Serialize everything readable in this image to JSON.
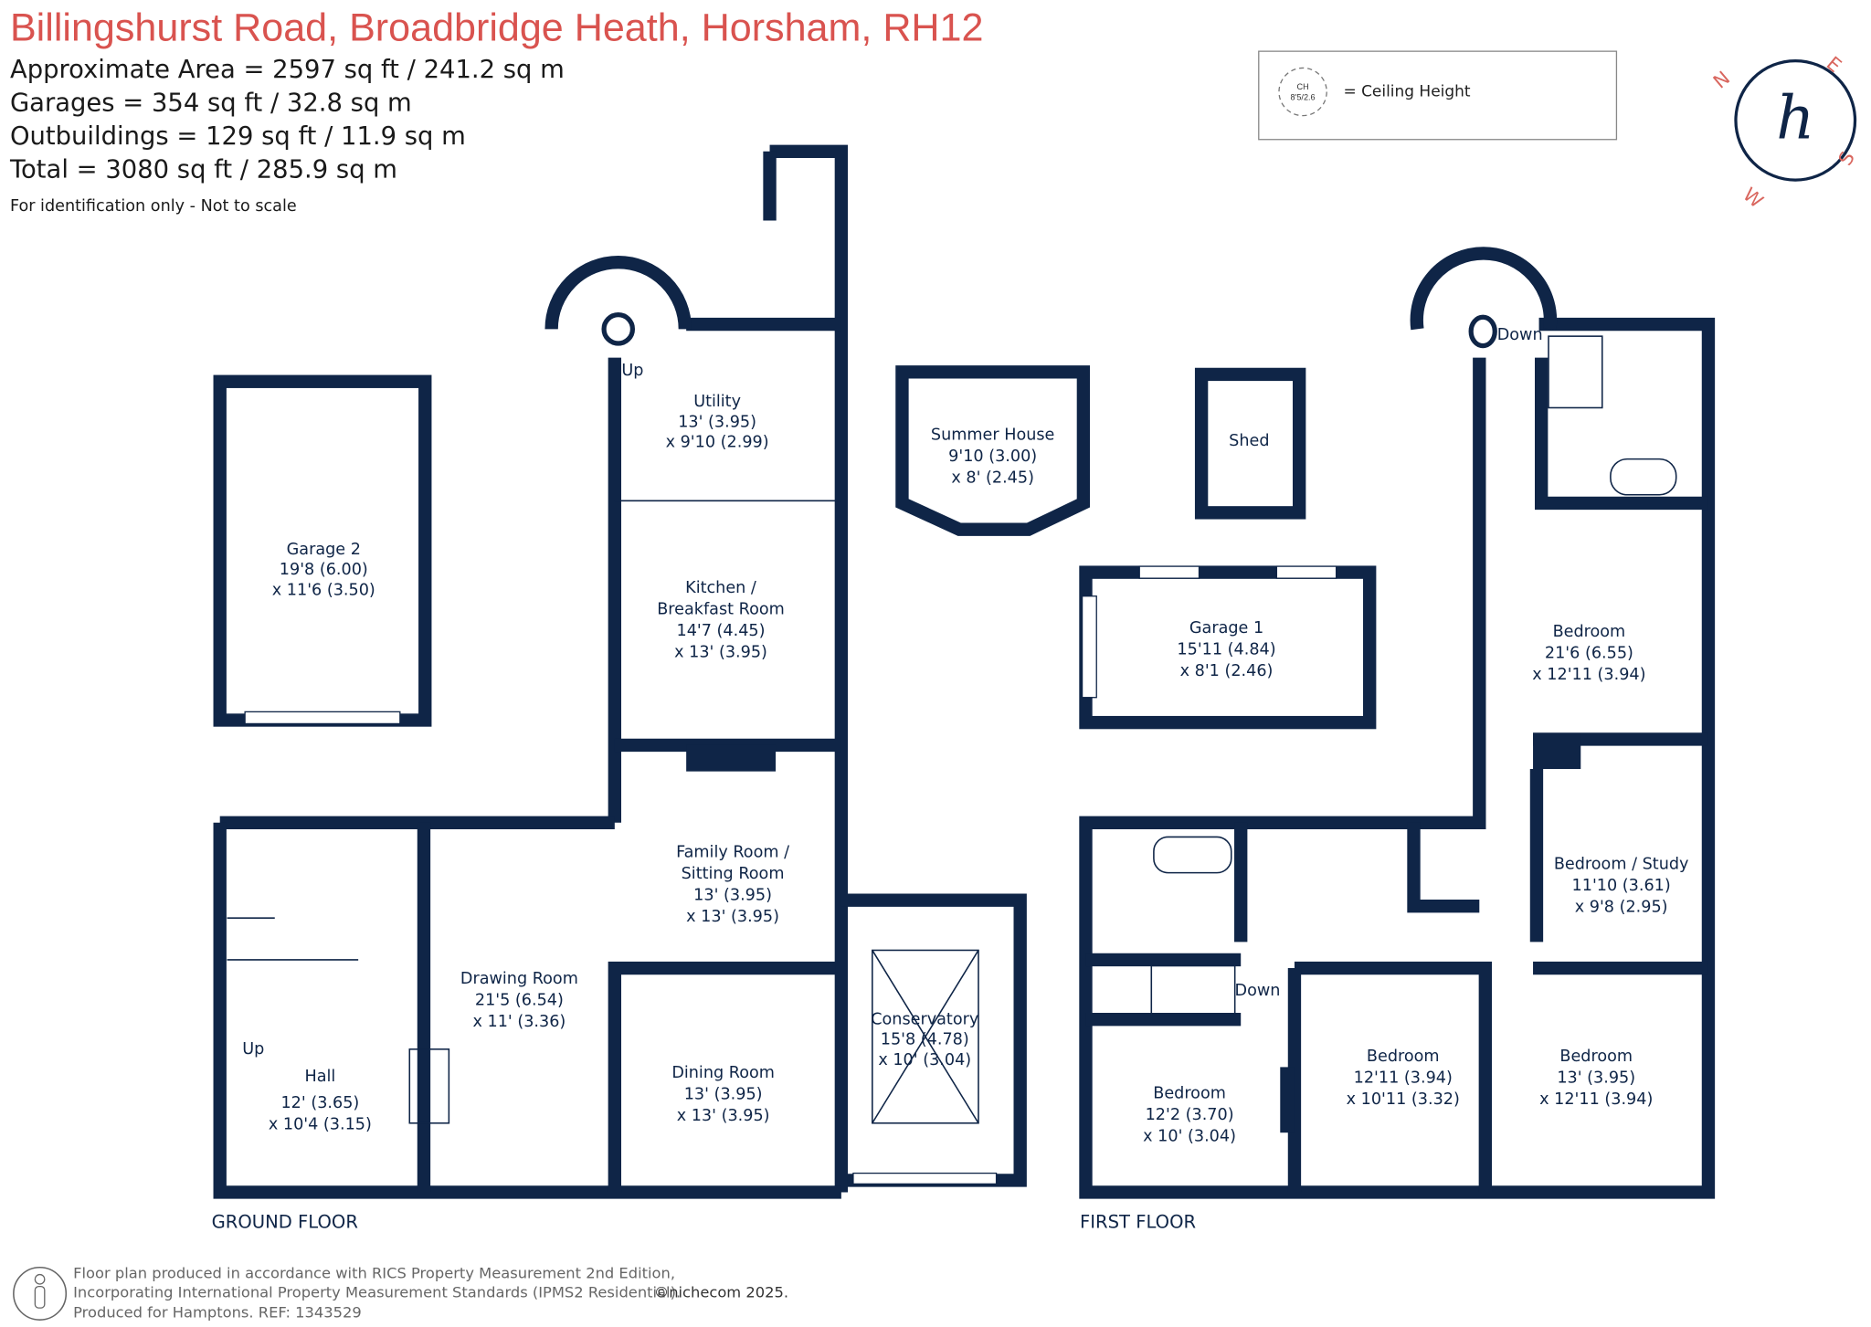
{
  "header": {
    "title": "Billingshurst Road, Broadbridge Heath, Horsham, RH12",
    "areas": [
      "Approximate Area = 2597 sq ft / 241.2 sq m",
      "Garages = 354 sq ft / 32.8 sq m",
      "Outbuildings = 129 sq ft / 11.9 sq m",
      "Total = 3080 sq ft / 285.9 sq m"
    ],
    "note": "For identification only - Not to scale"
  },
  "legend": {
    "ch_symbol": "CH",
    "ch_value": "8'5/2.6",
    "label": "= Ceiling Height"
  },
  "compass": {
    "n": "N",
    "e": "E",
    "s": "S",
    "w": "W",
    "logo": "h"
  },
  "colors": {
    "title": "#d9534f",
    "walls": "#0f2547"
  },
  "ground_floor": {
    "label": "GROUND FLOOR",
    "rooms": {
      "garage2": [
        "Garage 2",
        "19'8 (6.00)",
        "x 11'6 (3.50)"
      ],
      "utility": [
        "Utility",
        "13' (3.95)",
        "x 9'10 (2.99)"
      ],
      "kitchen": [
        "Kitchen /",
        "Breakfast Room",
        "14'7 (4.45)",
        "x 13' (3.95)"
      ],
      "family": [
        "Family Room /",
        "Sitting Room",
        "13' (3.95)",
        "x 13' (3.95)"
      ],
      "drawing": [
        "Drawing Room",
        "21'5 (6.54)",
        "x 11' (3.36)"
      ],
      "dining": [
        "Dining Room",
        "13' (3.95)",
        "x 13' (3.95)"
      ],
      "hall": [
        "Hall",
        "12' (3.65)",
        "x 10'4 (3.15)"
      ],
      "conservatory": [
        "Conservatory",
        "15'8 (4.78)",
        "x 10' (3.04)"
      ],
      "summer": [
        "Summer House",
        "9'10 (3.00)",
        "x 8' (2.45)"
      ],
      "shed": [
        "Shed"
      ],
      "garage1": [
        "Garage 1",
        "15'11 (4.84)",
        "x 8'1 (2.46)"
      ]
    },
    "stairs_up": "Up",
    "stairs_up_hall": "Up"
  },
  "first_floor": {
    "label": "FIRST FLOOR",
    "rooms": {
      "bed_large": [
        "Bedroom",
        "21'6 (6.55)",
        "x 12'11 (3.94)"
      ],
      "study": [
        "Bedroom / Study",
        "11'10 (3.61)",
        "x 9'8 (2.95)"
      ],
      "bed_a": [
        "Bedroom",
        "12'2 (3.70)",
        "x 10' (3.04)"
      ],
      "bed_b": [
        "Bedroom",
        "12'11 (3.94)",
        "x 10'11 (3.32)"
      ],
      "bed_c": [
        "Bedroom",
        "13' (3.95)",
        "x 12'11 (3.94)"
      ]
    },
    "stairs_down": "Down",
    "stairs_down_2": "Down"
  },
  "footer": {
    "lines": [
      "Floor plan produced in accordance with RICS Property Measurement 2nd Edition,",
      "Incorporating International Property Measurement Standards (IPMS2 Residential).",
      "Produced for Hamptons.  REF: 1343529"
    ],
    "copyright": "©nichecom 2025."
  }
}
